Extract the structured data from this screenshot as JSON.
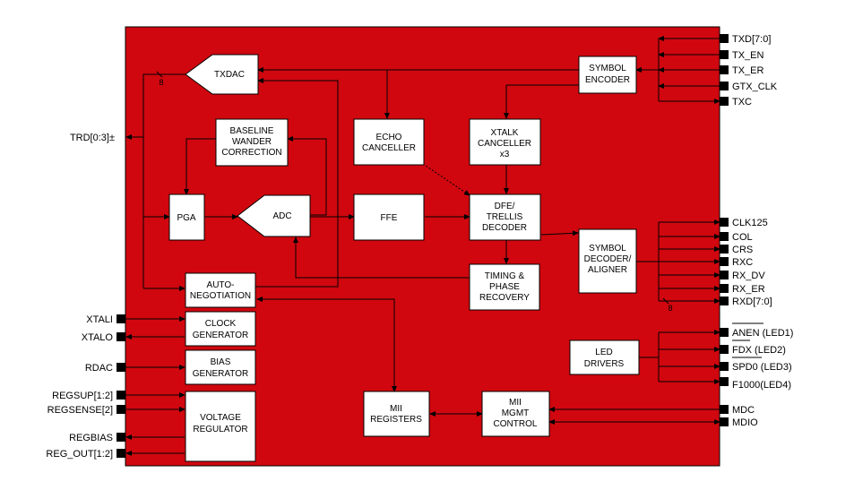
{
  "colors": {
    "chip_fill": "#d0070f",
    "block_fill": "#ffffff",
    "line": "#000000"
  },
  "blocks": {
    "txdac": "TXDAC",
    "symbol_encoder": [
      "SYMBOL",
      "ENCODER"
    ],
    "baseline": [
      "BASELINE",
      "WANDER",
      "CORRECTION"
    ],
    "echo": [
      "ECHO",
      "CANCELLER"
    ],
    "xtalk": [
      "XTALK",
      "CANCELLER",
      "x3"
    ],
    "pga": "PGA",
    "adc": "ADC",
    "ffe": "FFE",
    "dfe": [
      "DFE/",
      "TRELLIS",
      "DECODER"
    ],
    "symbol_decoder": [
      "SYMBOL",
      "DECODER/",
      "ALIGNER"
    ],
    "timing": [
      "TIMING &",
      "PHASE",
      "RECOVERY"
    ],
    "autoneg": [
      "AUTO-",
      "NEGOTIATION"
    ],
    "clock": [
      "CLOCK",
      "GENERATOR"
    ],
    "bias": [
      "BIAS",
      "GENERATOR"
    ],
    "voltage": [
      "VOLTAGE",
      "REGULATOR"
    ],
    "led_drivers": [
      "LED",
      "DRIVERS"
    ],
    "mii_registers": [
      "MII",
      "REGISTERS"
    ],
    "mii_mgmt": [
      "MII",
      "MGMT",
      "CONTROL"
    ]
  },
  "pins_left": {
    "trd": "TRD[0:3]±",
    "xtali": "XTALI",
    "xtalo": "XTALO",
    "rdac": "RDAC",
    "regsup": "REGSUP[1:2]",
    "regsense": "REGSENSE[2]",
    "regbias": "REGBIAS",
    "reg_out": "REG_OUT[1:2]"
  },
  "pins_right": {
    "txd": "TXD[7:0]",
    "tx_en": "TX_EN",
    "tx_er": "TX_ER",
    "gtx_clk": "GTX_CLK",
    "txc": "TXC",
    "clk125": "CLK125",
    "col": "COL",
    "crs": "CRS",
    "rxc": "RXC",
    "rx_dv": "RX_DV",
    "rx_er": "RX_ER",
    "rxd": "RXD[7:0]",
    "led1": "ANEN (LED1)",
    "led2": "FDX  (LED2)",
    "led3": "SPD0 (LED3)",
    "led4": "F1000(LED4)",
    "mdc": "MDC",
    "mdio": "MDIO"
  },
  "bus_widths": {
    "txdac": "8",
    "rxd": "8"
  }
}
